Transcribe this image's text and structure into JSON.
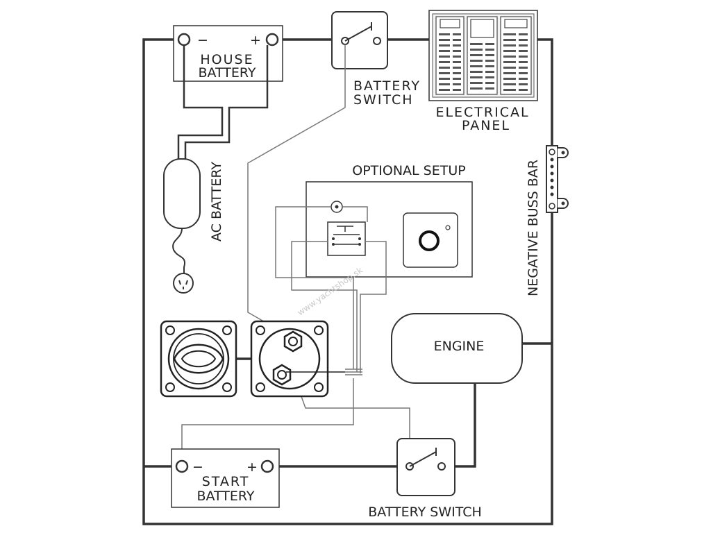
{
  "labels": {
    "house_battery_line1": "HOUSE",
    "house_battery_line2": "BATTERY",
    "minus": "−",
    "plus": "+",
    "battery_switch_top_line1": "BATTERY",
    "battery_switch_top_line2": "SWITCH",
    "electrical_panel_line1": "ELECTRICAL",
    "electrical_panel_line2": "PANEL",
    "ac_battery": "AC BATTERY",
    "optional_setup": "OPTIONAL SETUP",
    "negative_buss_bar": "NEGATIVE BUSS BAR",
    "engine": "ENGINE",
    "start_battery_line1": "START",
    "start_battery_line2": "BATTERY",
    "battery_switch_bottom": "BATTERY SWITCH",
    "watermark": "www.yachtshop.sk"
  },
  "colors": {
    "wire_main": "#333333",
    "wire_signal": "#777777",
    "outline": "#333333",
    "panel_fill": "#f4f4f4"
  }
}
